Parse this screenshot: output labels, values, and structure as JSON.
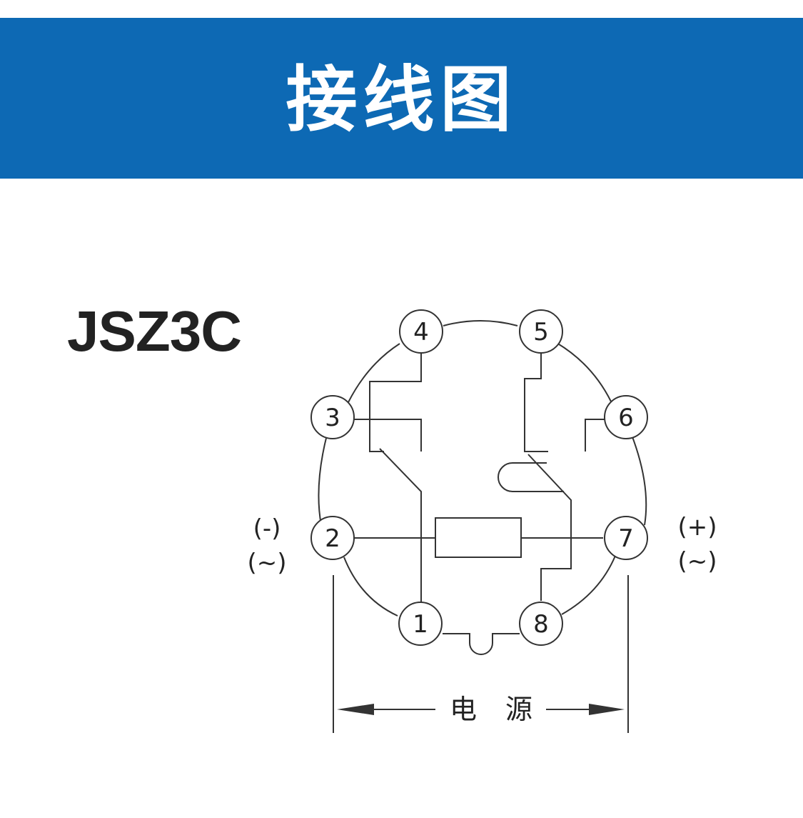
{
  "header": {
    "title": "接线图"
  },
  "model": "JSZ3C",
  "pins": [
    {
      "id": "pin-1",
      "label": "1"
    },
    {
      "id": "pin-2",
      "label": "2"
    },
    {
      "id": "pin-3",
      "label": "3"
    },
    {
      "id": "pin-4",
      "label": "4"
    },
    {
      "id": "pin-5",
      "label": "5"
    },
    {
      "id": "pin-6",
      "label": "6"
    },
    {
      "id": "pin-7",
      "label": "7"
    },
    {
      "id": "pin-8",
      "label": "8"
    }
  ],
  "terminal_marks": {
    "left_top": "(-)",
    "left_bottom": "(~)",
    "right_top": "(+)",
    "right_bottom": "(~)"
  },
  "power_label": "电 源",
  "colors": {
    "banner": "#0d69b4",
    "line": "#333333"
  }
}
